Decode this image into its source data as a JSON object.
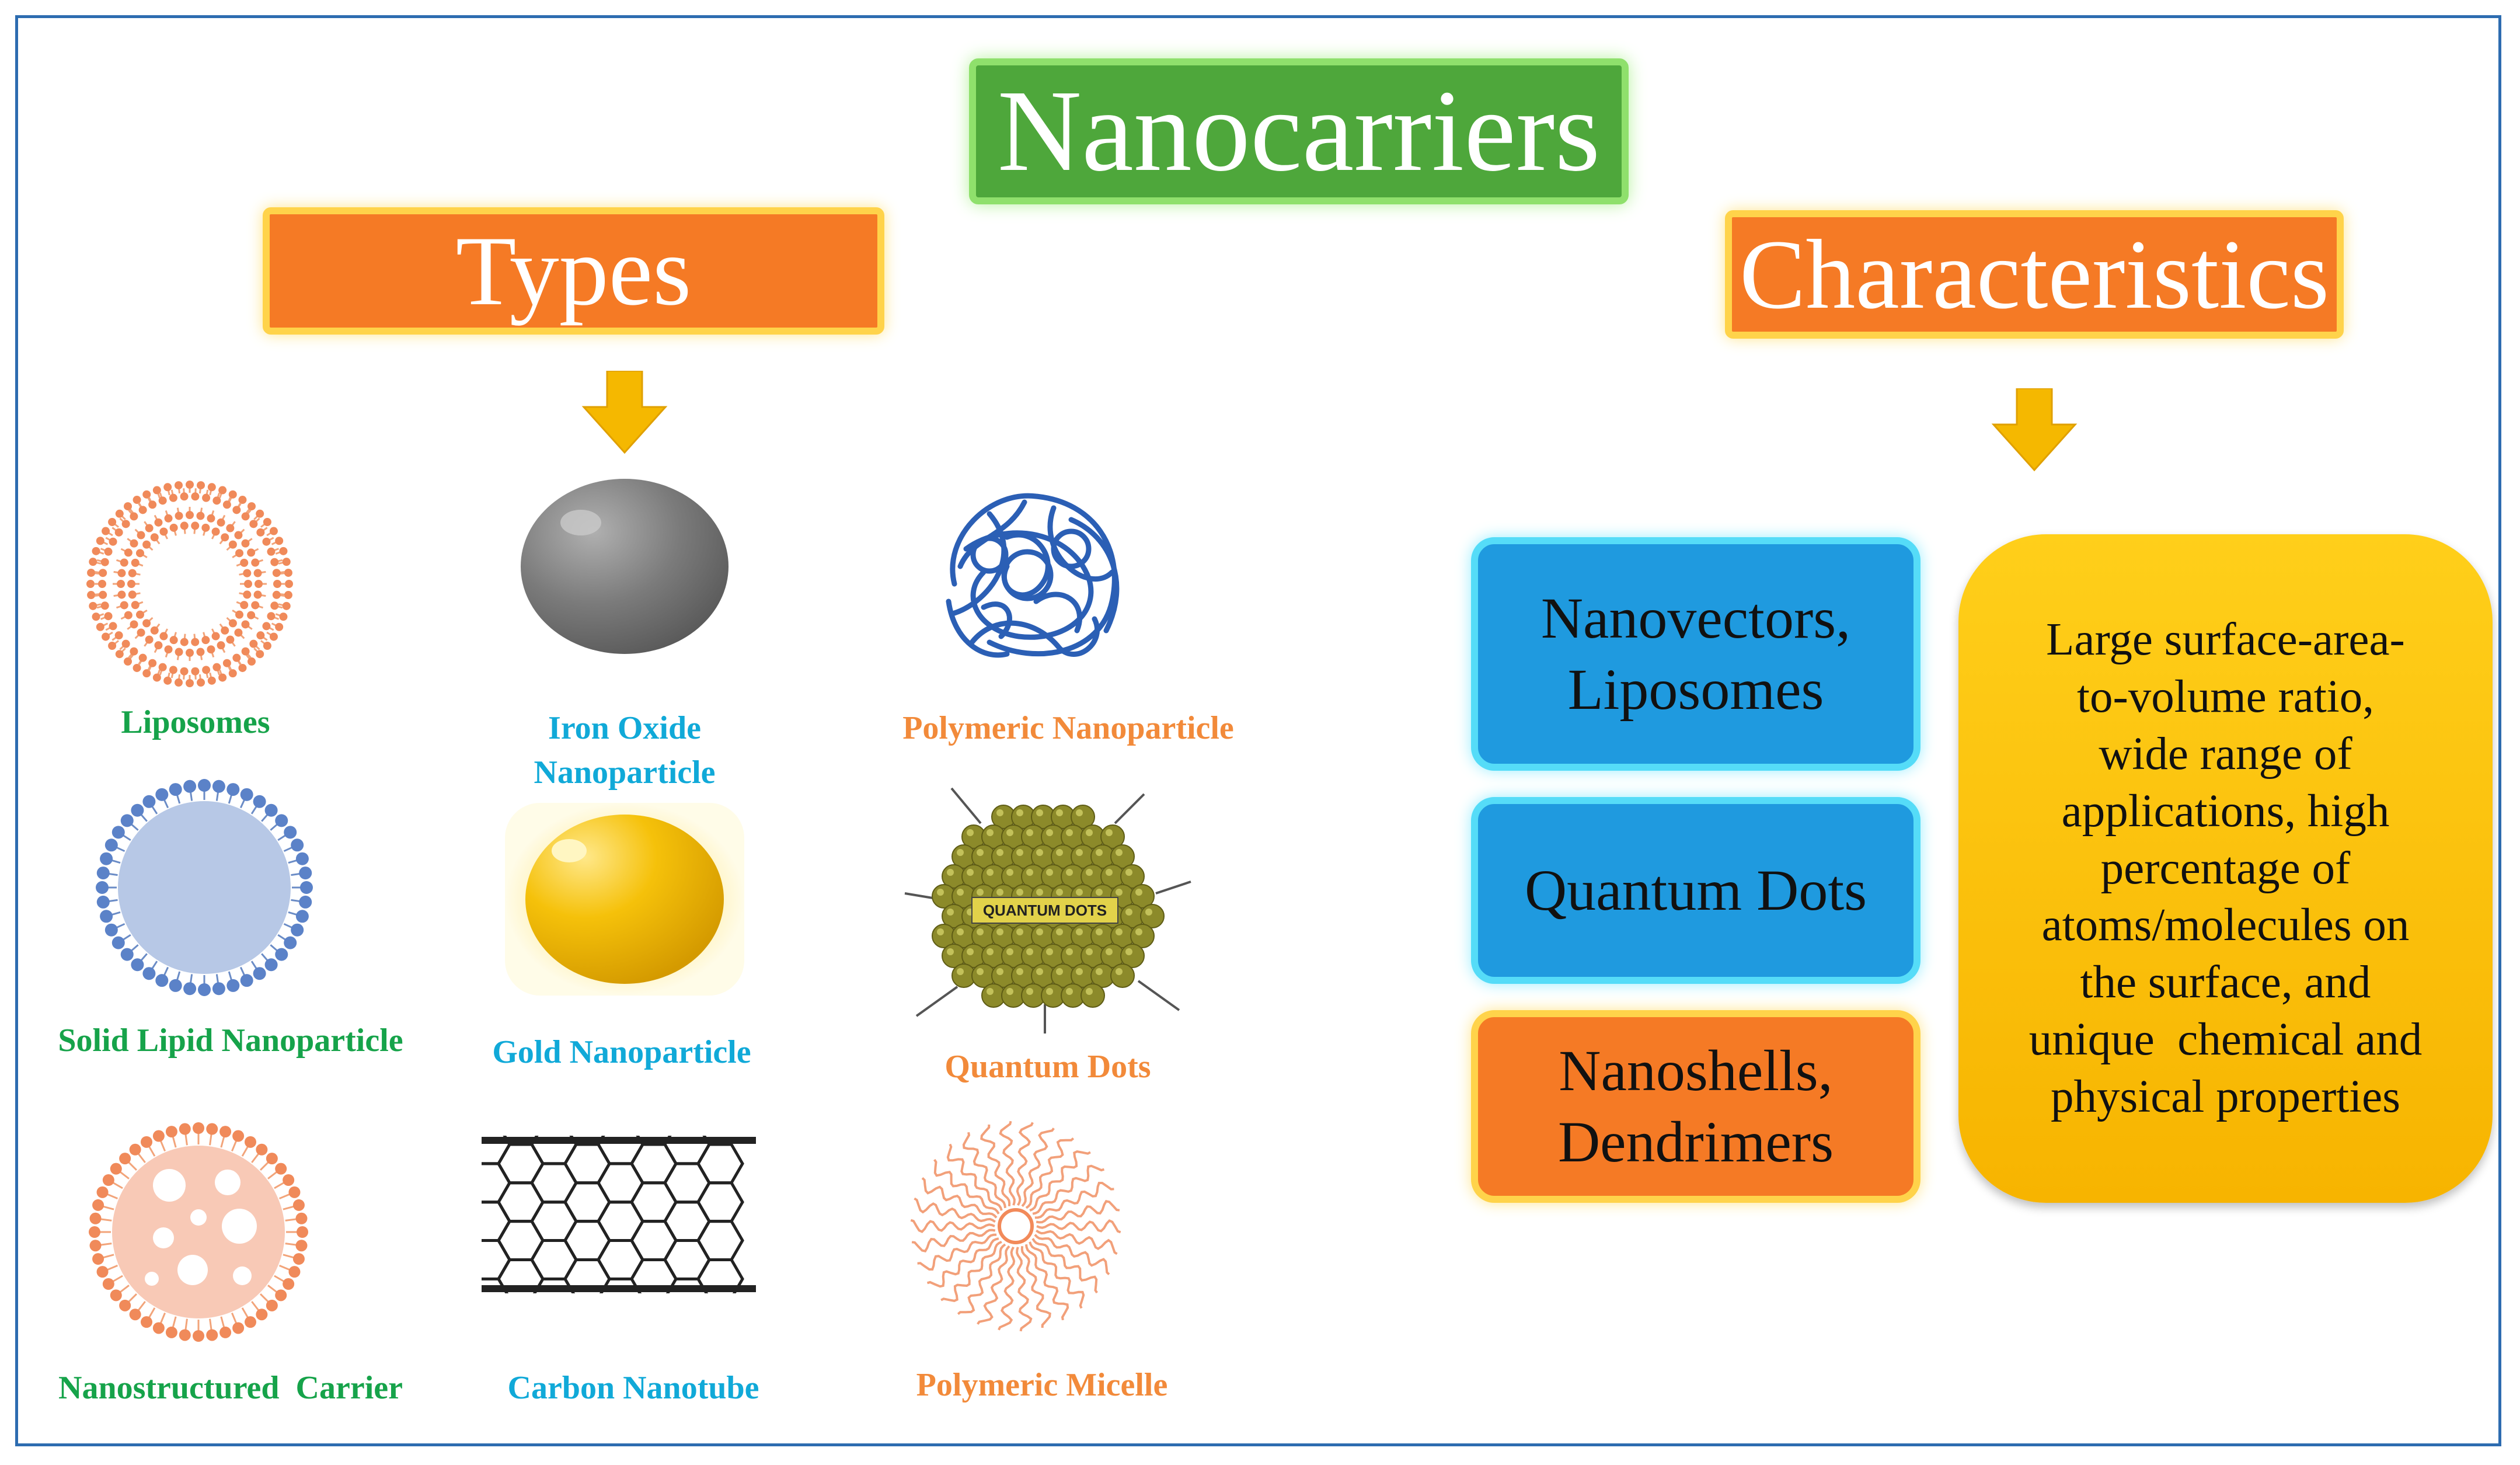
{
  "title": "Nanocarriers",
  "types": {
    "heading": "Types",
    "items": [
      {
        "id": "liposomes",
        "label": "Liposomes",
        "color": "#16a34a"
      },
      {
        "id": "iron-oxide",
        "label": "Iron Oxide\nNanoparticle",
        "color": "#10a9d8"
      },
      {
        "id": "polymeric-nanoparticle",
        "label": "Polymeric Nanoparticle",
        "color": "#f28a3a"
      },
      {
        "id": "solid-lipid",
        "label": "Solid Lipid Nanoparticle",
        "color": "#16a34a"
      },
      {
        "id": "gold",
        "label": "Gold Nanoparticle",
        "color": "#10a9d8"
      },
      {
        "id": "quantum-dots",
        "label": "Quantum Dots",
        "color": "#f28a3a",
        "inner_text": "QUANTUM DOTS"
      },
      {
        "id": "nanostructured",
        "label": "Nanostructured  Carrier",
        "color": "#16a34a"
      },
      {
        "id": "carbon-nanotube",
        "label": "Carbon Nanotube",
        "color": "#10a9d8"
      },
      {
        "id": "polymeric-micelle",
        "label": "Polymeric Micelle",
        "color": "#f28a3a"
      }
    ]
  },
  "characteristics": {
    "heading": "Characteristics",
    "boxes": [
      {
        "id": "nanovectors",
        "text": "Nanovectors,\nLiposomes",
        "color": "#1f9adf"
      },
      {
        "id": "quantum",
        "text": "Quantum Dots",
        "color": "#1f9adf"
      },
      {
        "id": "nanoshells",
        "text": "Nanoshells,\nDendrimers",
        "color": "#f57a25"
      }
    ],
    "properties": "Large surface-area-\nto-volume ratio,\nwide range of\napplications, high\npercentage of\natoms/molecules on\nthe surface, and\nunique  chemical and\nphysical properties"
  },
  "colors": {
    "title_bg": "#4ea73b",
    "heading_bg": "#f57a25",
    "arrow": "#f5b800",
    "border": "#2d6cb0"
  }
}
